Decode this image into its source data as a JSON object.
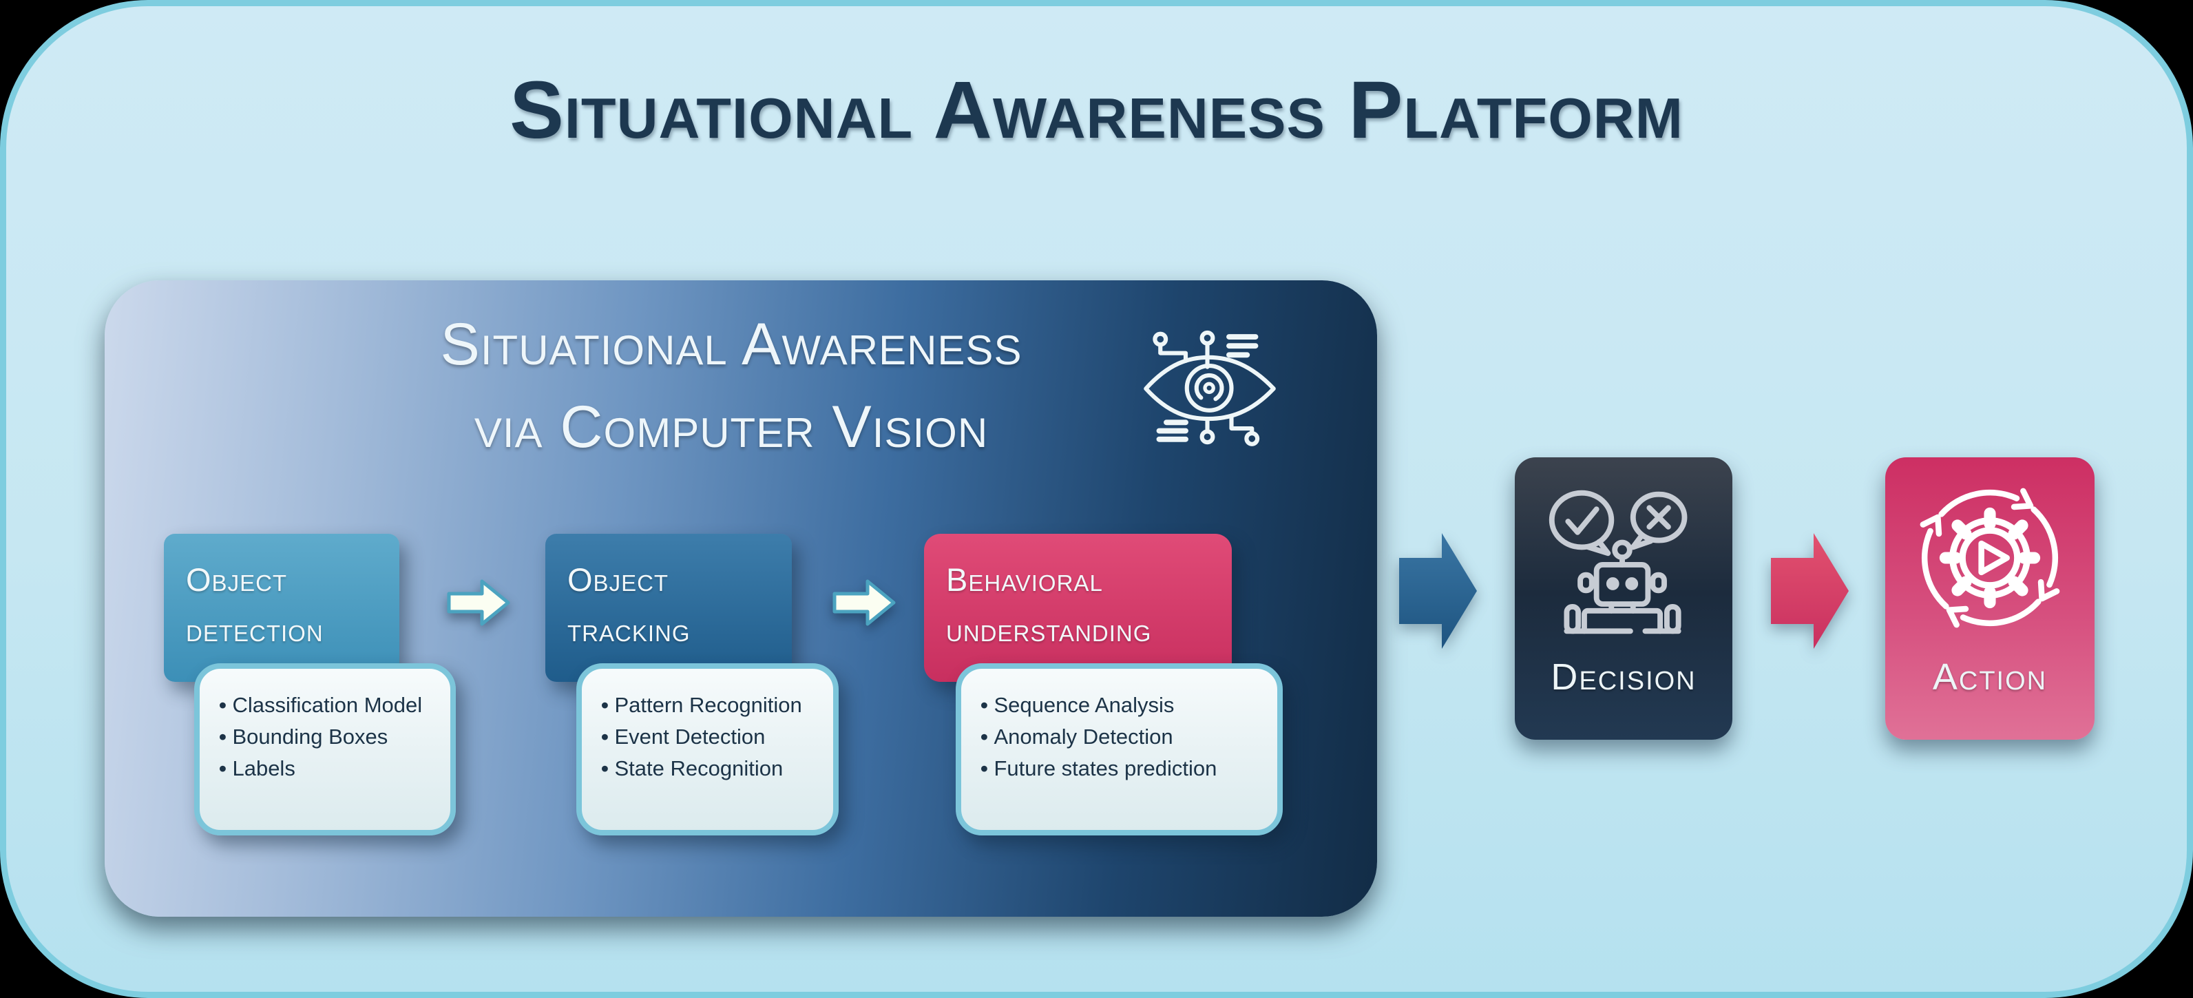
{
  "app": {
    "title": "Situational Awareness Platform"
  },
  "vision_panel": {
    "title_line1": "Situational Awareness",
    "title_line2": "via Computer Vision",
    "eye_icon": "eye-circuit-icon",
    "steps": [
      {
        "title_line1": "Object",
        "title_line2": "detection",
        "items": [
          "Classification Model",
          "Bounding Boxes",
          "Labels"
        ]
      },
      {
        "title_line1": "Object",
        "title_line2": "tracking",
        "items": [
          "Pattern Recognition",
          "Event Detection",
          "State Recognition"
        ]
      },
      {
        "title_line1": "Behavioral",
        "title_line2": "understanding",
        "items": [
          "Sequence Analysis",
          "Anomaly Detection",
          "Future states prediction"
        ]
      }
    ]
  },
  "decision_node": {
    "label": "Decision",
    "icon": "robot-decision-icon"
  },
  "action_node": {
    "label": "Action",
    "icon": "gear-play-cycle-icon"
  },
  "colors": {
    "canvas_bg": "#c7e8f3",
    "canvas_border": "#7ecddf",
    "title_text": "#1d3850",
    "panel_gradient_start": "#ccd9ec",
    "panel_gradient_end": "#122c46",
    "step_detection": "#4b9dc2",
    "step_tracking": "#2e6f9e",
    "step_behavioral": "#d43d6c",
    "card_bg": "#edf6f8",
    "card_border": "#7cc5da",
    "card_text": "#1c3347",
    "decision_bg_top": "#3c434e",
    "decision_bg_bottom": "#223952",
    "action_bg_top": "#cd2f63",
    "action_bg_bottom": "#e07197",
    "arrow_blue": "#30689a",
    "arrow_pink": "#d63a68",
    "small_arrow_fill": "#fbfef2",
    "small_arrow_stroke": "#4ba3c0"
  }
}
